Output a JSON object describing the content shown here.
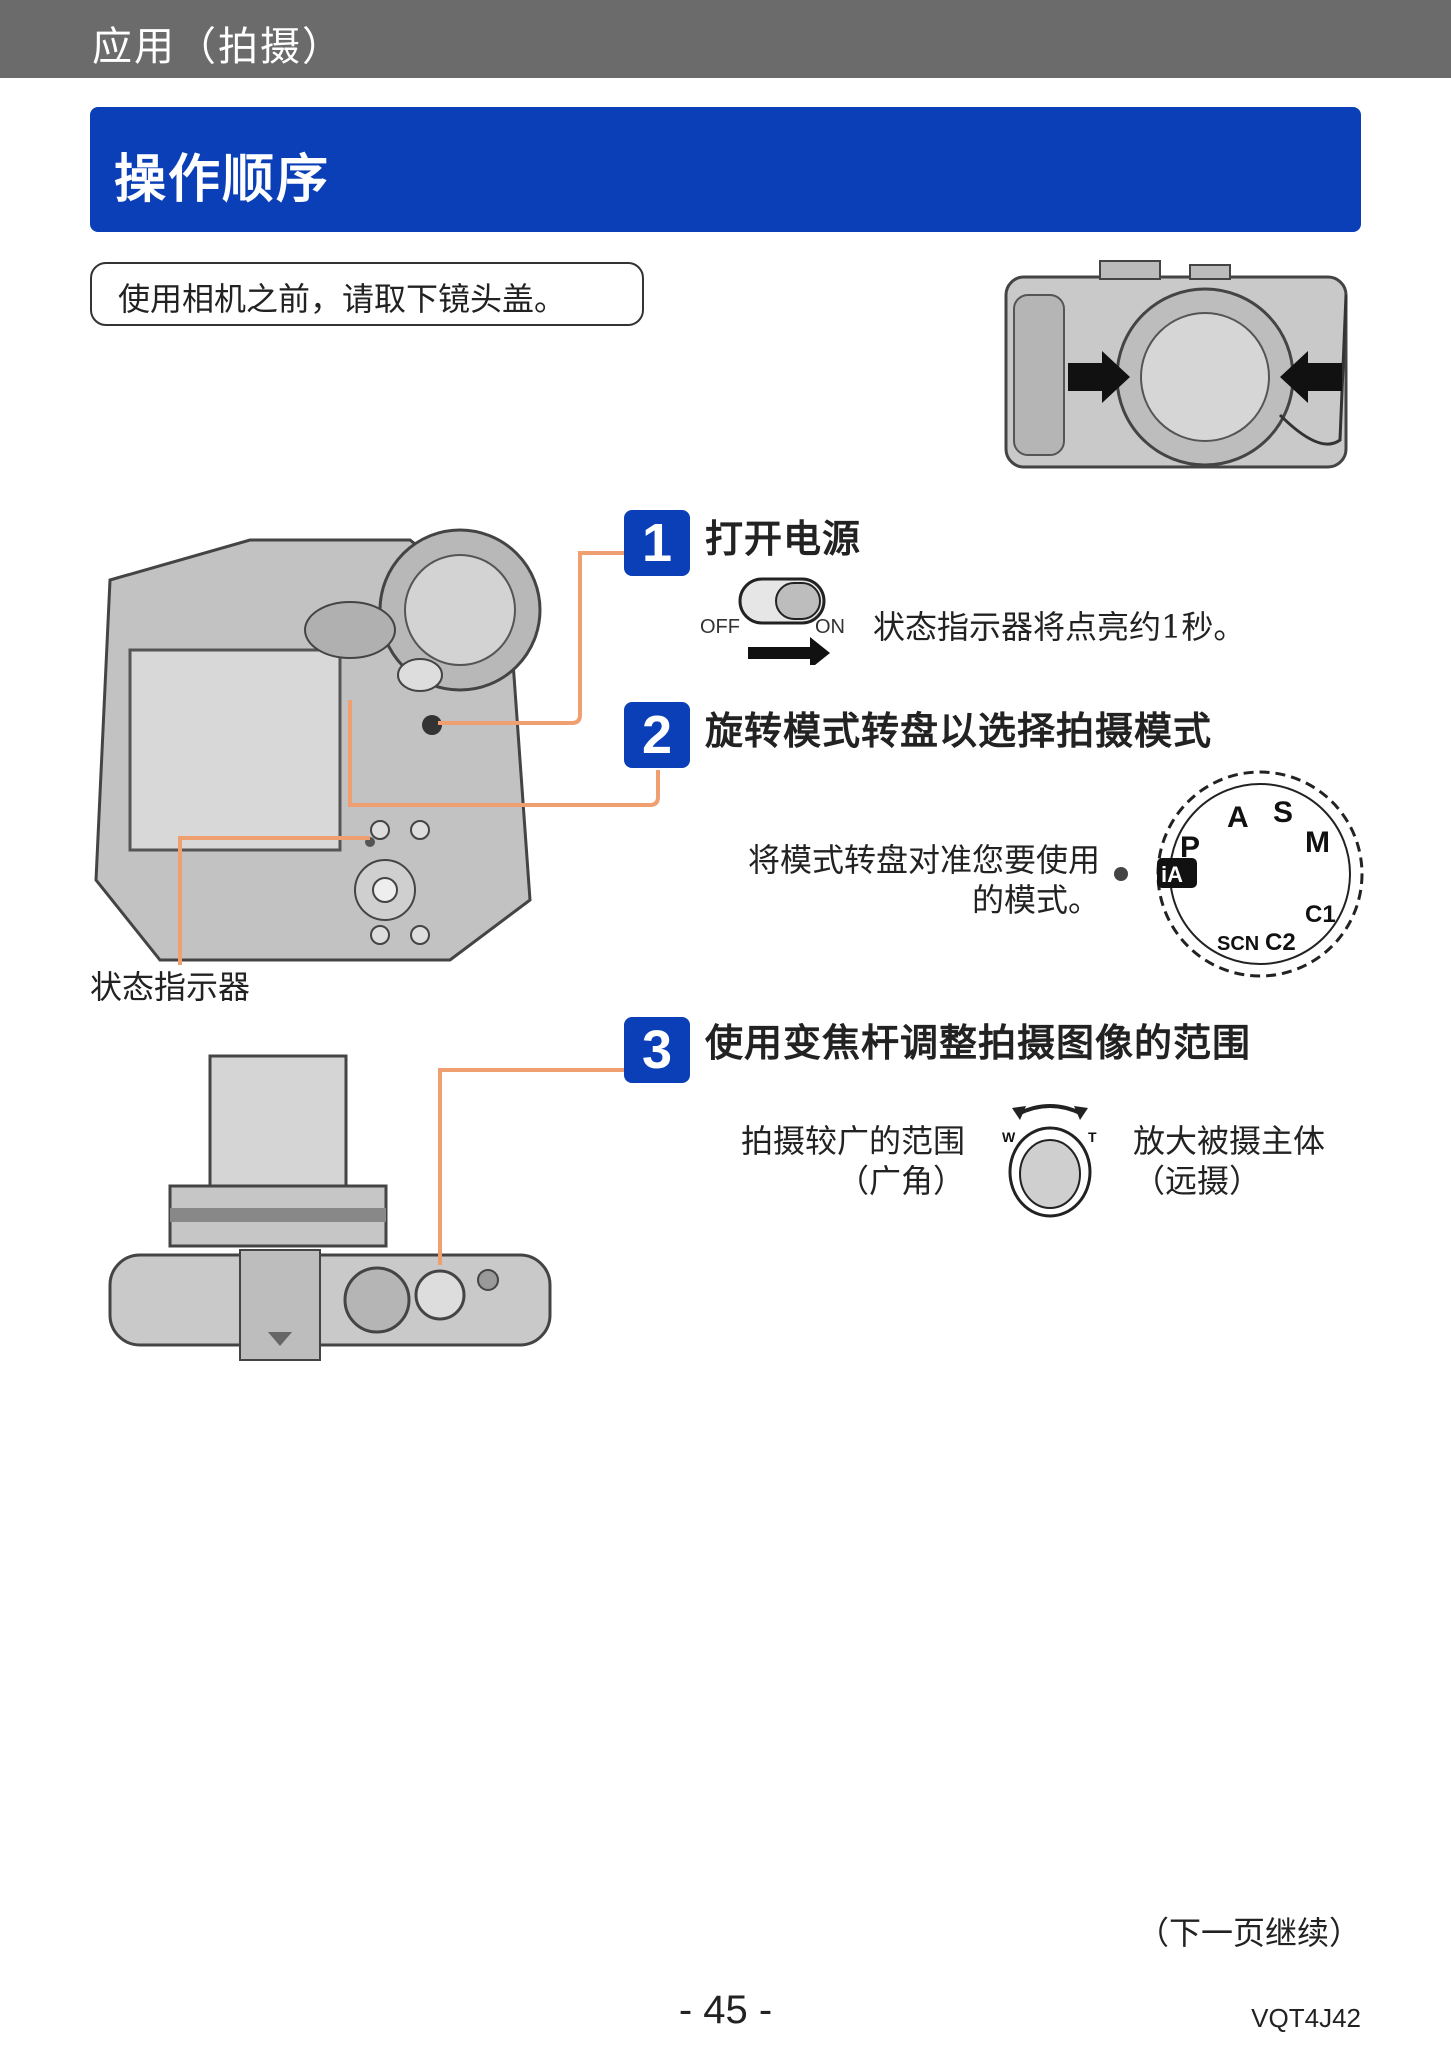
{
  "header": {
    "section": "应用（拍摄）"
  },
  "title": "操作顺序",
  "note": "使用相机之前，请取下镜头盖。",
  "steps": [
    {
      "num": "1",
      "title": "打开电源",
      "switch_off": "OFF",
      "switch_on": "ON",
      "desc": "状态指示器将点亮约1秒。"
    },
    {
      "num": "2",
      "title": "旋转模式转盘以选择拍摄模式",
      "desc_line1": "将模式转盘对准您要使用",
      "desc_line2": "的模式。",
      "dial_marks": [
        "A",
        "S",
        "M",
        "P",
        "iA",
        "SCN",
        "C1",
        "C2"
      ]
    },
    {
      "num": "3",
      "title": "使用变焦杆调整拍摄图像的范围",
      "wide_line1": "拍摄较广的范围",
      "wide_line2": "（广角）",
      "tele_line1": "放大被摄主体",
      "tele_line2": "（远摄）",
      "lever_w": "W",
      "lever_t": "T"
    }
  ],
  "callout": {
    "status_indicator": "状态指示器"
  },
  "footer": {
    "continued": "（下一页继续）",
    "page": "- 45 -",
    "code": "VQT4J42"
  },
  "colors": {
    "accent": "#0b3fb8",
    "header_gray": "#6b6b6b",
    "leader": "#f0a070"
  }
}
